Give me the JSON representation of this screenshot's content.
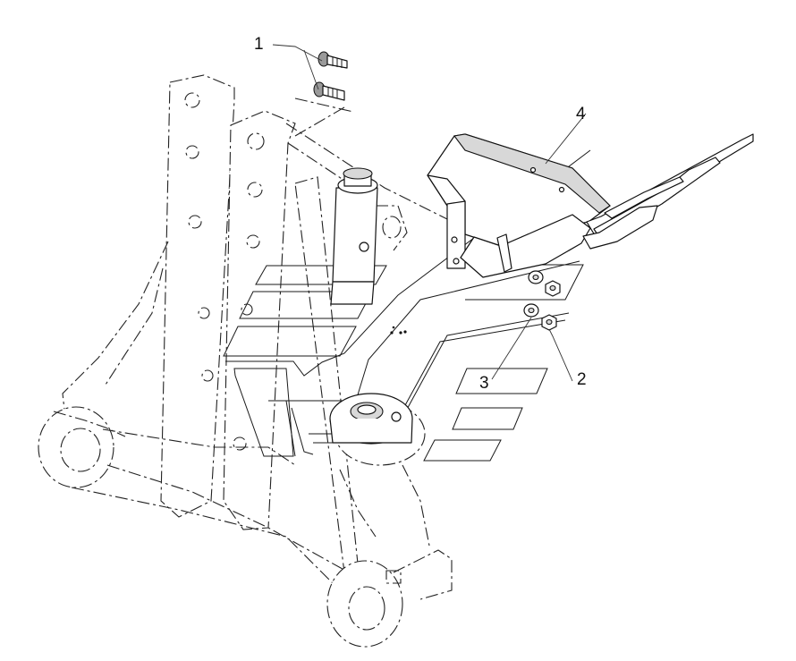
{
  "callouts": [
    {
      "label": "1",
      "part": "bolt"
    },
    {
      "label": "2",
      "part": "nut"
    },
    {
      "label": "3",
      "part": "washer"
    },
    {
      "label": "4",
      "part": "pedal-bracket"
    }
  ]
}
